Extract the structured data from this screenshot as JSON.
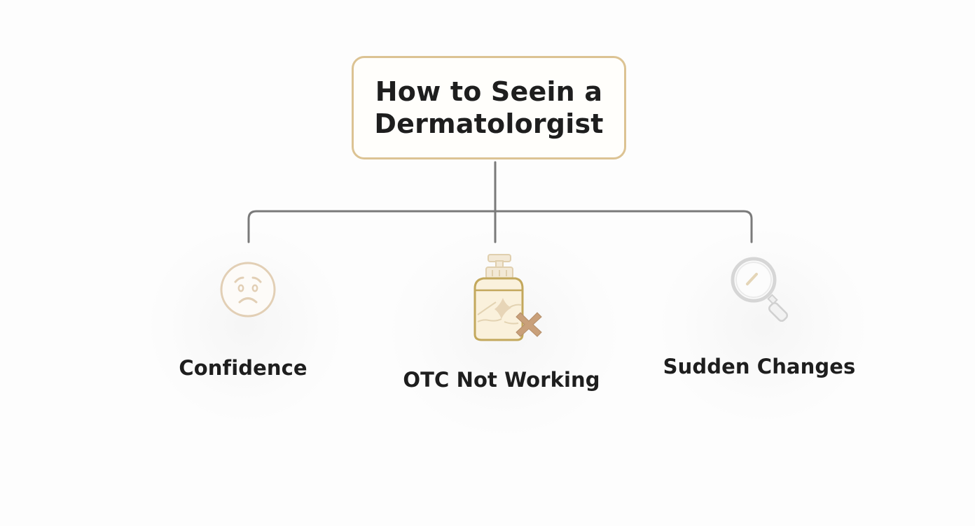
{
  "diagram": {
    "title_lines": [
      "How to Seein a",
      "Dermatolorgist"
    ],
    "branches": [
      {
        "label": "Confidence",
        "icon": "worried-face-icon"
      },
      {
        "label": "OTC Not Working",
        "icon": "pump-bottle-with-x-icon"
      },
      {
        "label": "Sudden Changes",
        "icon": "magnifying-glass-icon"
      }
    ],
    "colors": {
      "title_border": "#dcc393",
      "connector": "#7a7a7a",
      "icon_face": "#e2cfb5",
      "icon_bottle_outline": "#c3a85c",
      "icon_bottle_fill": "#faf1dc",
      "icon_x": "#c9a07a",
      "icon_magnifier": "#d6d6d6",
      "text": "#1e1e1e"
    }
  }
}
